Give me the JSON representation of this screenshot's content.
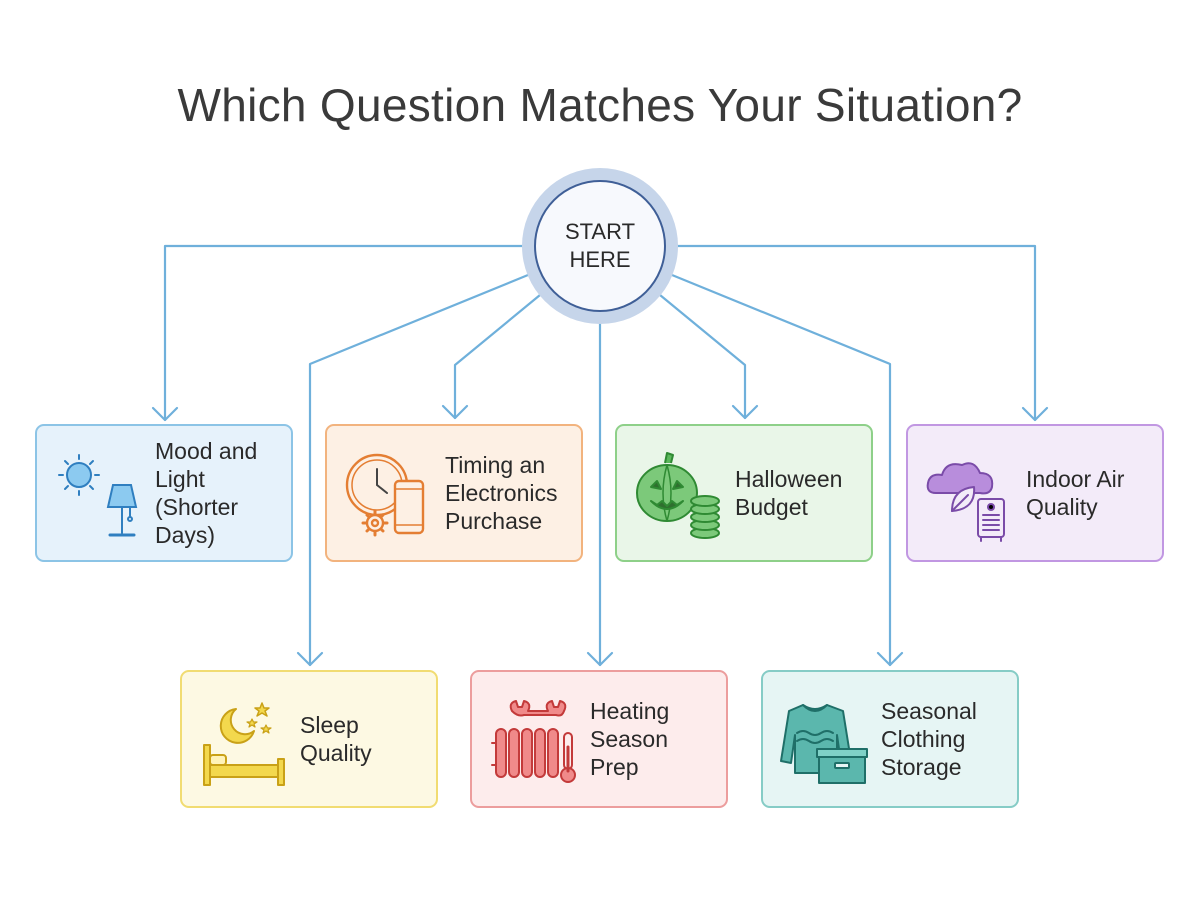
{
  "title": "Which Question Matches Your Situation?",
  "start": {
    "label": "START HERE"
  },
  "colors": {
    "connector": "#6fb0db",
    "blue": "#8cc4e6",
    "orange": "#f2b37e",
    "green": "#8ed089",
    "purple": "#c197e2",
    "yellow": "#f1dc72",
    "red": "#ec9d9d",
    "teal": "#86ccc6"
  },
  "nodes": [
    {
      "id": "mood",
      "label": "Mood and Light (Shorter Days)",
      "icon": "sun-lamp-icon"
    },
    {
      "id": "timing",
      "label": "Timing an Electronics Purchase",
      "icon": "clock-phone-icon"
    },
    {
      "id": "halloween",
      "label": "Halloween Budget",
      "icon": "pumpkin-coins-icon"
    },
    {
      "id": "air",
      "label": "Indoor Air Quality",
      "icon": "cloud-purifier-icon"
    },
    {
      "id": "sleep",
      "label": "Sleep Quality",
      "icon": "moon-bed-icon"
    },
    {
      "id": "heating",
      "label": "Heating Season Prep",
      "icon": "radiator-wrench-icon"
    },
    {
      "id": "clothing",
      "label": "Seasonal Clothing Storage",
      "icon": "sweater-box-icon"
    }
  ]
}
